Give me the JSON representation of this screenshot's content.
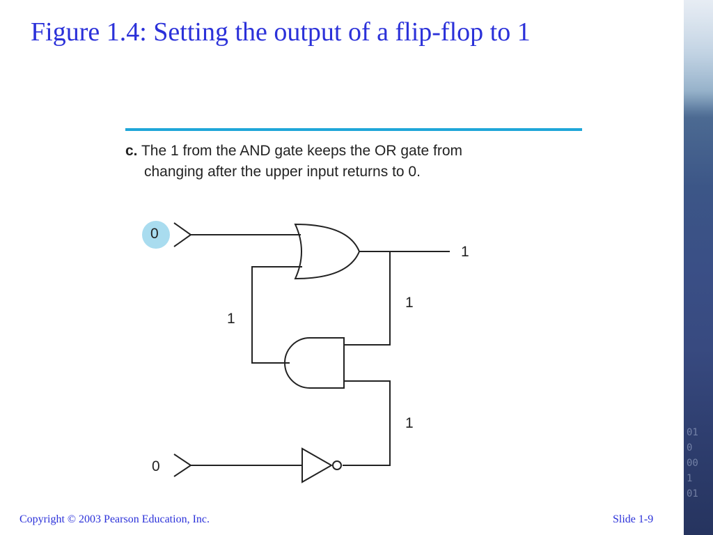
{
  "slide": {
    "title": "Figure 1.4: Setting the output of a flip-flop to 1",
    "footer_copyright": "Copyright © 2003 Pearson Education, Inc.",
    "slide_number": "Slide 1-9"
  },
  "figure": {
    "caption_label": "c.",
    "caption_line1": "The 1 from the AND gate keeps the OR gate from",
    "caption_line2": "changing after the upper input returns to 0.",
    "upper_input_value": "0",
    "lower_input_value": "0",
    "output_value": "1",
    "feedback_to_and_value": "1",
    "and_to_or_value": "1",
    "not_output_value": "1"
  },
  "colors": {
    "title": "#2b31d9",
    "rule": "#1fa6d8",
    "highlight": "#a9dcef"
  }
}
